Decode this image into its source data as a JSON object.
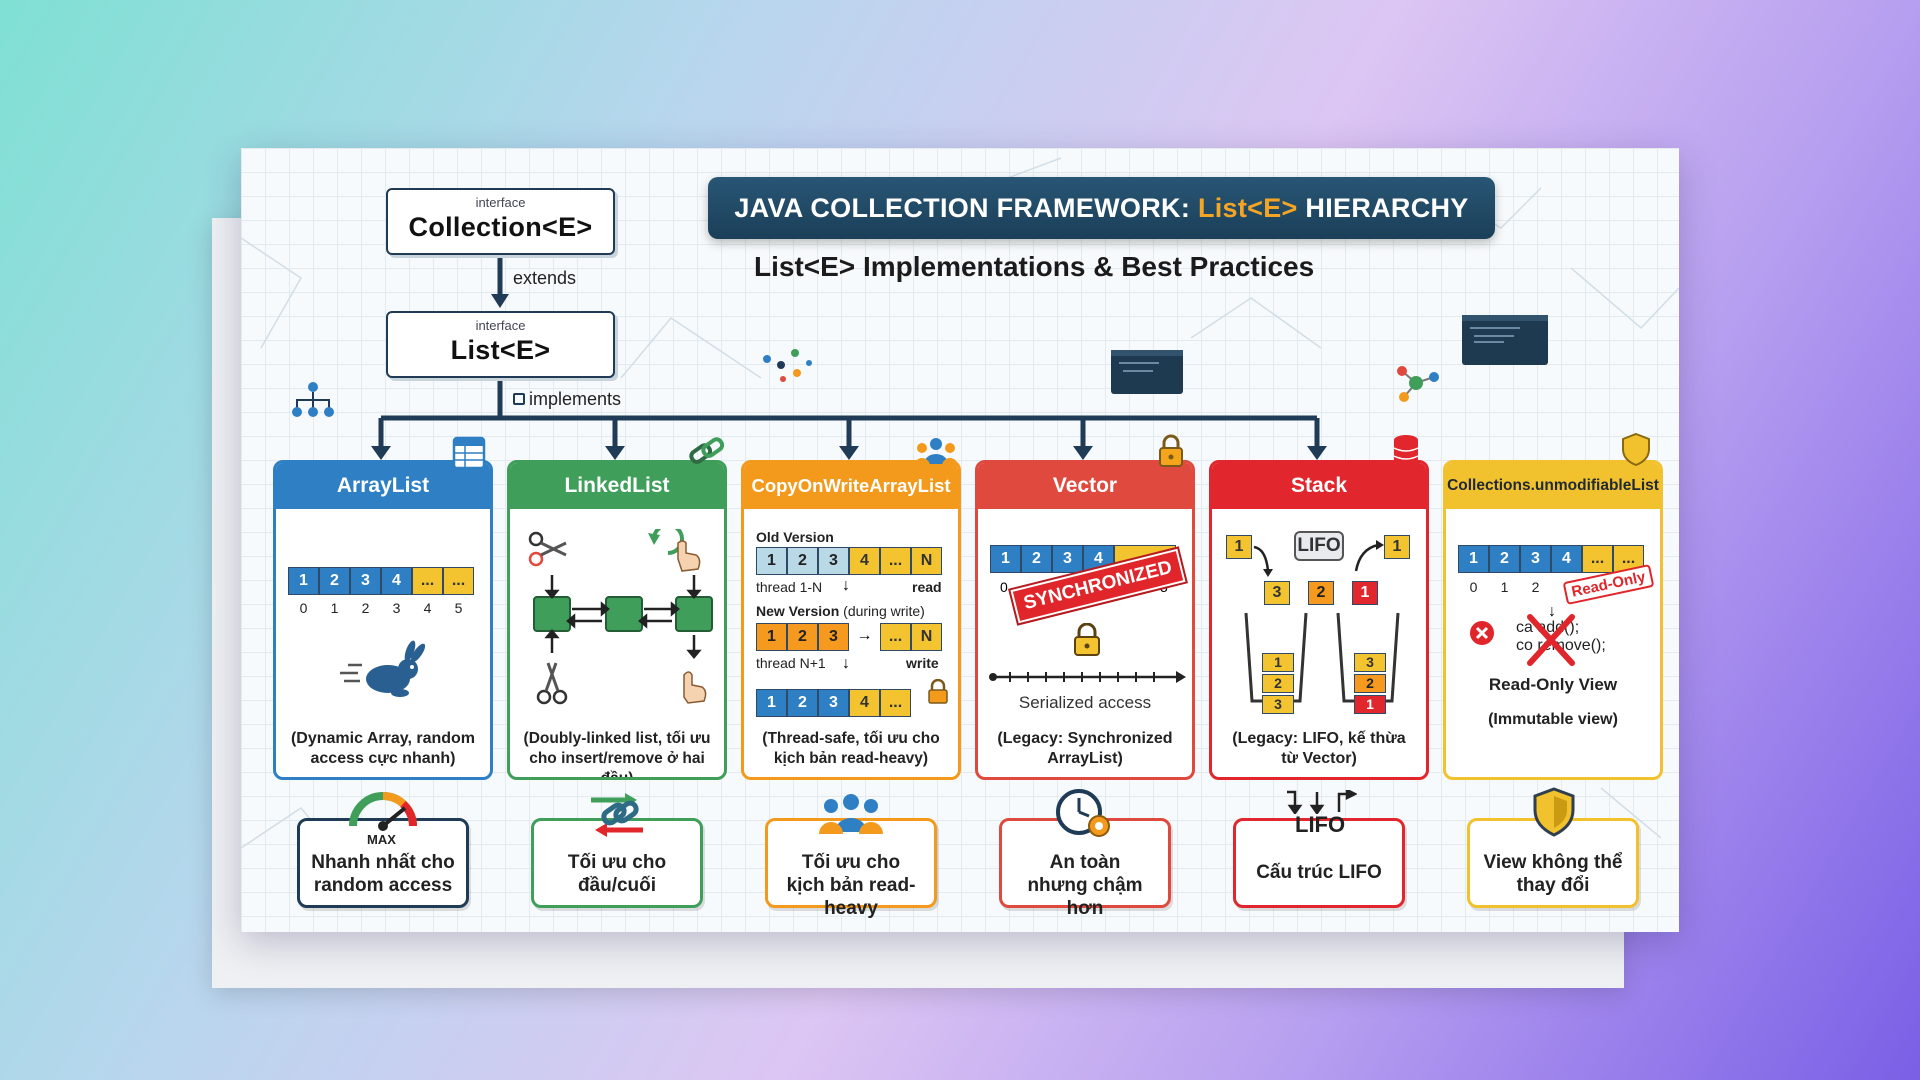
{
  "title": {
    "prefix": "JAVA COLLECTION FRAMEWORK:",
    "highlight": "List<E>",
    "suffix": "HIERARCHY"
  },
  "subtitle": "List<E> Implementations & Best Practices",
  "hierarchy": {
    "collection": {
      "keyword": "interface",
      "name": "Collection<E>"
    },
    "list": {
      "keyword": "interface",
      "name": "List<E>"
    },
    "extends_label": "extends",
    "implements_label": "implements"
  },
  "colors": {
    "blue": "#2e7fc4",
    "green": "#3f9e5a",
    "orange": "#f39a1c",
    "red": "#e0493e",
    "crimson": "#e1262d",
    "gold": "#f2c12e",
    "navy": "#1f3b56"
  },
  "implementations": [
    {
      "name": "ArrayList",
      "desc": "(Dynamic Array, random access cực nhanh)",
      "icon": "table-icon",
      "cells": [
        "1",
        "2",
        "3",
        "4",
        "...",
        "..."
      ],
      "indices": [
        "0",
        "1",
        "2",
        "3",
        "4",
        "5"
      ]
    },
    {
      "name": "LinkedList",
      "desc": "(Doubly-linked list, tối ưu cho insert/remove ở hai đầu)",
      "icon": "chain-link-icon"
    },
    {
      "name": "CopyOnWriteArrayList",
      "desc": "(Thread-safe, tối ưu cho kịch bản read-heavy)",
      "icon": "users-icon",
      "old_label": "Old Version",
      "old_cells": [
        "1",
        "2",
        "3",
        "4",
        "...",
        "N"
      ],
      "thread1": "thread 1-N",
      "read": "read",
      "new_label": "New Version",
      "new_note": "(during write)",
      "new_cells": [
        "1",
        "2",
        "3",
        "...",
        "N"
      ],
      "threadN": "thread N+1",
      "write": "write",
      "final_cells": [
        "1",
        "2",
        "3",
        "4",
        "..."
      ]
    },
    {
      "name": "Vector",
      "desc": "(Legacy: Synchronized ArrayList)",
      "icon": "lock-icon",
      "cells": [
        "1",
        "2",
        "3",
        "4",
        "..."
      ],
      "idx0": "0",
      "idx5": "5",
      "stamp": "SYNCHRONIZED",
      "serialized": "Serialized access"
    },
    {
      "name": "Stack",
      "desc": "(Legacy: LIFO, kế thừa từ Vector)",
      "icon": "database-icon",
      "lifo": "LIFO",
      "top_left": "1",
      "top_right": "1",
      "mid": [
        "3",
        "2",
        "1"
      ],
      "stack_a": [
        "1",
        "2",
        "3"
      ],
      "stack_b": [
        "3",
        "2",
        "1"
      ]
    },
    {
      "name": "Collections.unmodifiableList",
      "desc_line1": "Read-Only View",
      "desc_line2": "(Immutable view)",
      "icon": "shield-icon",
      "cells": [
        "1",
        "2",
        "3",
        "4",
        "...",
        "..."
      ],
      "indices": [
        "0",
        "1",
        "2"
      ],
      "stamp": "Read-Only",
      "code1": "ca add();",
      "code2": "co remove();"
    }
  ],
  "best_practices": [
    {
      "text": "Nhanh nhất cho random access",
      "icon": "gauge-icon",
      "badge": "MAX"
    },
    {
      "text": "Tối ưu cho đầu/cuối",
      "icon": "chain-arrows-icon"
    },
    {
      "text": "Tối ưu cho kịch bản read-heavy",
      "icon": "users-icon"
    },
    {
      "text": "An toàn nhưng chậm hơn",
      "icon": "clock-gear-icon"
    },
    {
      "text": "Cấu trúc LIFO",
      "icon": "lifo-arrows-icon",
      "badge": "LIFO"
    },
    {
      "text": "View không thể thay đổi",
      "icon": "shield-icon"
    }
  ]
}
